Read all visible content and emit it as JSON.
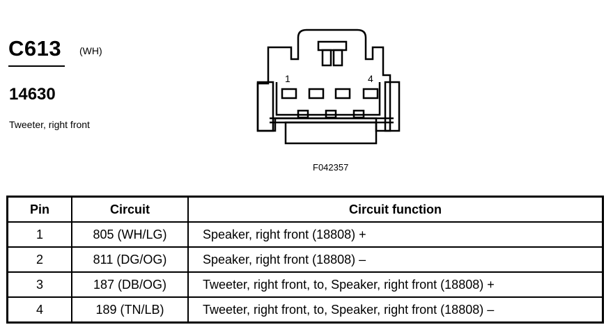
{
  "header": {
    "connector_id": "C613",
    "connector_color": "(WH)",
    "part_number": "14630",
    "description": "Tweeter, right front"
  },
  "diagram": {
    "pin_label_first": "1",
    "pin_label_last": "4",
    "figure_id": "F042357"
  },
  "table": {
    "headers": [
      "Pin",
      "Circuit",
      "Circuit function"
    ],
    "rows": [
      {
        "pin": "1",
        "circuit": "805 (WH/LG)",
        "function": "Speaker, right front (18808) +"
      },
      {
        "pin": "2",
        "circuit": "811 (DG/OG)",
        "function": "Speaker, right front (18808) –"
      },
      {
        "pin": "3",
        "circuit": "187 (DB/OG)",
        "function": "Tweeter, right front, to, Speaker, right front (18808) +"
      },
      {
        "pin": "4",
        "circuit": "189 (TN/LB)",
        "function": "Tweeter, right front, to, Speaker, right front (18808) –"
      }
    ]
  }
}
